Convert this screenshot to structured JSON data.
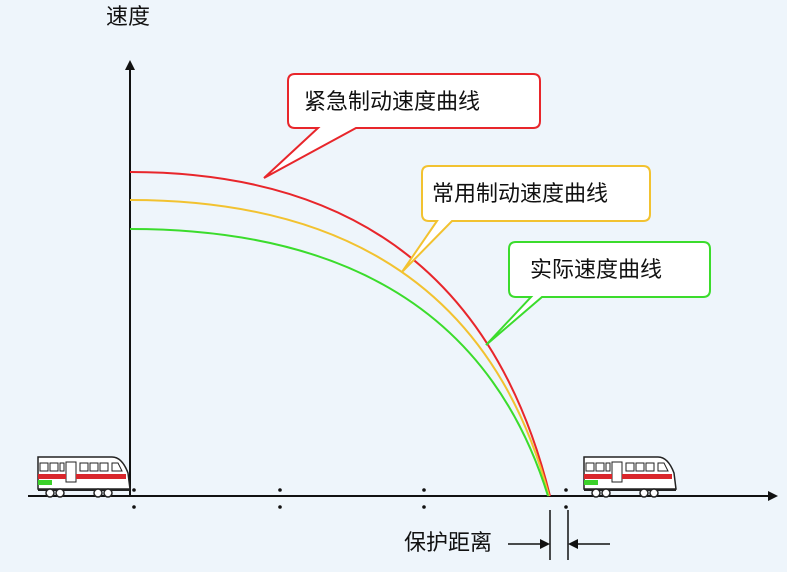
{
  "axis": {
    "y_label": "速度"
  },
  "callouts": {
    "emergency": {
      "label": "紧急制动速度曲线",
      "color": "#e8262b"
    },
    "service": {
      "label": "常用制动速度曲线",
      "color": "#f2c230"
    },
    "actual": {
      "label": "实际速度曲线",
      "color": "#3bdc2c"
    }
  },
  "protection": {
    "label": "保护距离"
  },
  "colors": {
    "background": "#eef5fb",
    "axis": "#111111",
    "train_body": "#ffffff",
    "train_stripe_red": "#d9262b",
    "train_stripe_green": "#3bd12a"
  }
}
